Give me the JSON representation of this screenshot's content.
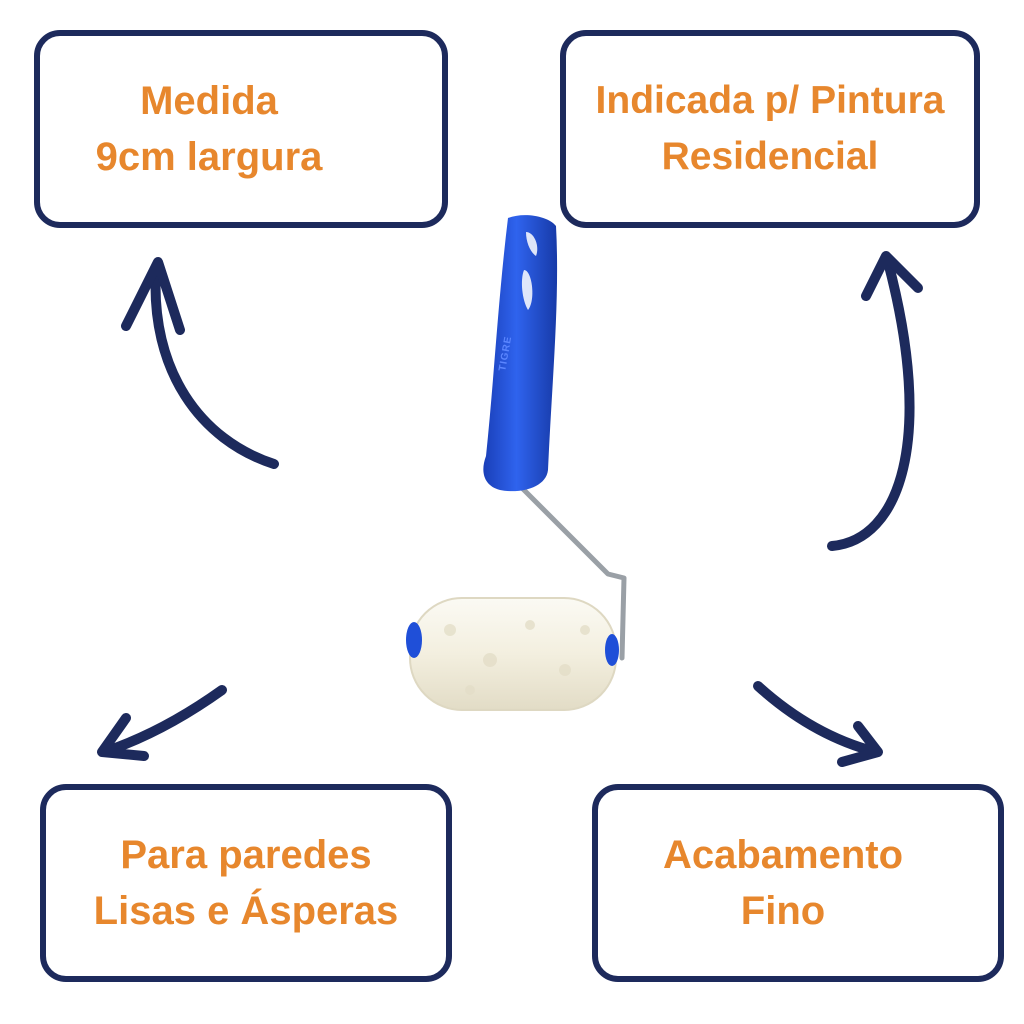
{
  "colors": {
    "text_orange": "#e7872d",
    "border_navy": "#1d2a5c",
    "arrow_navy": "#1d2a5c",
    "handle_blue": "#1f4fd8",
    "roller_white": "#f4f1e6"
  },
  "boxes": {
    "top_left": {
      "line1": "Medida",
      "line2": "9cm largura"
    },
    "top_right": {
      "line1": "Indicada p/ Pintura",
      "line2": "Residencial"
    },
    "bottom_left": {
      "line1": "Para paredes",
      "line2": "Lisas e Ásperas"
    },
    "bottom_right": {
      "line1": "Acabamento",
      "line2": "Fino"
    }
  },
  "product": {
    "handle_brand": "TIGRE",
    "icon": "paint-roller-icon"
  }
}
